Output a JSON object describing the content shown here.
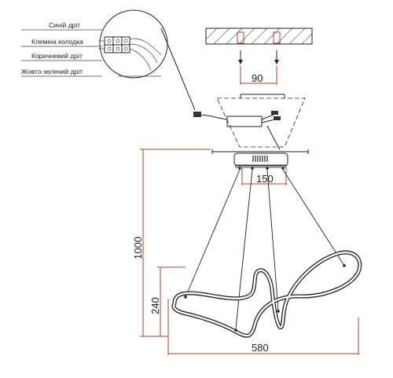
{
  "labels": {
    "blue_wire": "Синій дріт",
    "terminal_block": "Клеміна колодка",
    "brown_wire": "Коричневий дріт",
    "ground_wire": "Жовто-зелений дріт"
  },
  "dimensions": {
    "mount_spacing": "90",
    "canopy_width": "150",
    "total_height": "1000",
    "ring_height": "240",
    "total_width": "580"
  },
  "colors": {
    "line": "#222222",
    "dimension": "#c0392b"
  }
}
